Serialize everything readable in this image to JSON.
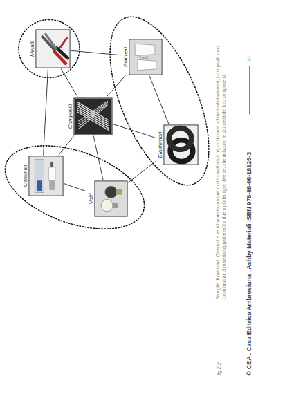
{
  "diagram": {
    "caption": "Famiglie di materiali. Ceramici e vetri hanno in comune molte caratteristiche, così come polimeri ed elastomeri; i compositi sono combinazioni di materiali appartenenti a due o più famiglie diverse, che uniscono le proprietà dei loro componenti.",
    "nodes": [
      {
        "text": [
          "Metalli"
        ]
      },
      {
        "text": [
          "Polimeri"
        ]
      },
      {
        "text": [
          "Compositi"
        ]
      },
      {
        "text": [
          "Ceramici"
        ]
      },
      {
        "text": [
          "Vetri"
        ]
      },
      {
        "text": [
          "Elastomeri"
        ]
      }
    ],
    "edges": [
      {
        "from": 0,
        "to": 1,
        "arrow": "none"
      },
      {
        "from": 1,
        "to": 5,
        "arrow": "none"
      },
      {
        "from": 5,
        "to": 4,
        "arrow": "none"
      },
      {
        "from": 4,
        "to": 3,
        "arrow": "none"
      },
      {
        "from": 3,
        "to": 0,
        "arrow": "none"
      },
      {
        "from": 2,
        "to": 0,
        "arrow": "none"
      },
      {
        "from": 2,
        "to": 1,
        "arrow": "none"
      },
      {
        "from": 2,
        "to": 3,
        "arrow": "none"
      },
      {
        "from": 2,
        "to": 4,
        "arrow": "none"
      },
      {
        "from": 2,
        "to": 5,
        "arrow": "none"
      }
    ],
    "labels": [
      "fig 2.2",
      "© CEA . Casa Editrice Ambrosiana . Ashby Materiali ISBN 978-88-08-18126-3",
      "123"
    ]
  }
}
